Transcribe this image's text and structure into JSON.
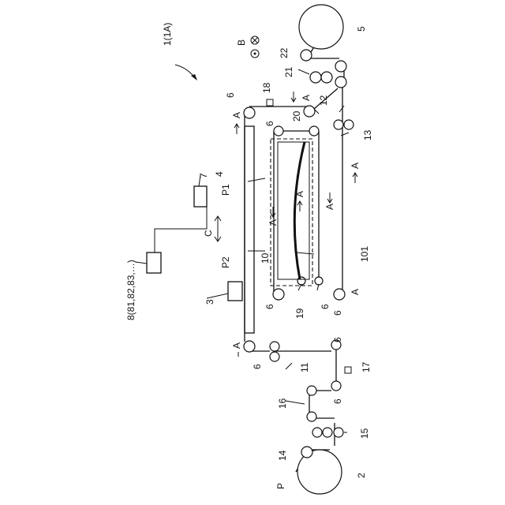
{
  "labels": {
    "apparatus": "1(1A)",
    "label_B": "B",
    "r22": "22",
    "r5": "5",
    "r21": "21",
    "r18": "18",
    "r12": "12",
    "r13": "13",
    "r20": "20",
    "r4": "4",
    "r7": "7",
    "rP1": "P1",
    "rC": "C",
    "rP2": "P2",
    "r10": "10",
    "r101": "101",
    "r3": "3",
    "r8": "8(81,82,83,…)",
    "r19": "19",
    "r11": "11",
    "r17": "17",
    "r16": "16",
    "r15": "15",
    "r14": "14",
    "rP": "P",
    "r2": "2",
    "six": "6",
    "arrowA": "A"
  }
}
